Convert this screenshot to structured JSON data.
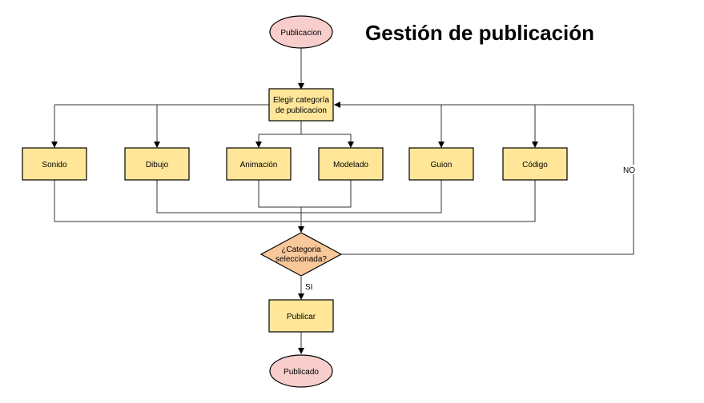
{
  "diagram": {
    "title": "Gestión de publicación",
    "colors": {
      "terminal_fill": "#f8cecc",
      "process_fill": "#ffe699",
      "decision_fill": "#f8c79a",
      "stroke": "#000000",
      "line": "#333333"
    },
    "nodes": {
      "start": "Publicacion",
      "choose": [
        "Elegir categoría",
        "de publicacion"
      ],
      "sonido": "Sonido",
      "dibujo": "Dibujo",
      "animacion": "Animación",
      "modelado": "Modelado",
      "guion": "Guion",
      "codigo": "Código",
      "decision": [
        "¿Categoria",
        "seleccionada?"
      ],
      "publicar": "Publicar",
      "end": "Publicado"
    },
    "edge_labels": {
      "yes": "SI",
      "no": "NO"
    }
  }
}
